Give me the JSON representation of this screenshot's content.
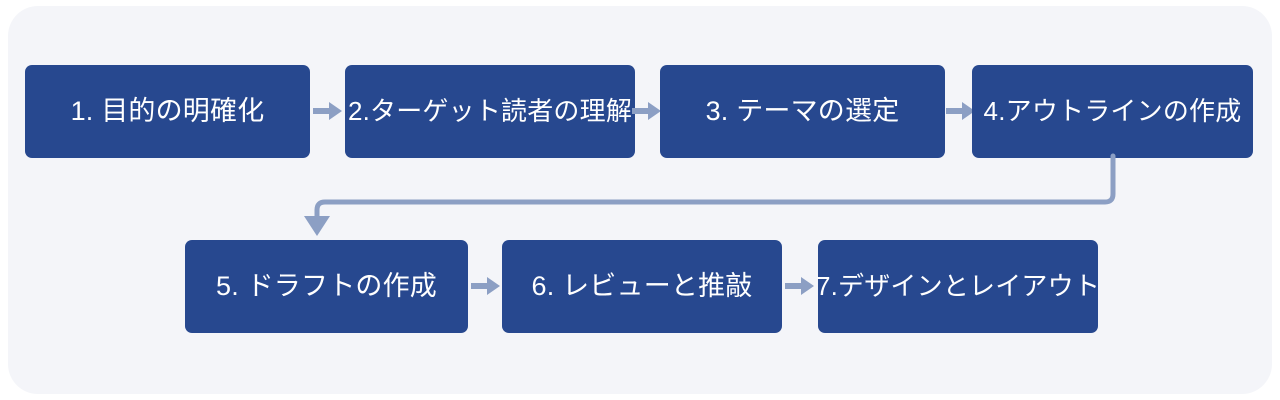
{
  "diagram": {
    "type": "flowchart",
    "orientation": "horizontal-snake",
    "background_color": "#ffffff",
    "card_color": "#f4f5f9",
    "node_fill_color": "#27488f",
    "node_text_color": "#ffffff",
    "connector_color": "#8c9fc4",
    "rows": [
      {
        "row_index": 1,
        "direction": "left-to-right",
        "node_ids": [
          "step-1",
          "step-2",
          "step-3",
          "step-4"
        ]
      },
      {
        "row_index": 2,
        "direction": "left-to-right",
        "node_ids": [
          "step-5",
          "step-6",
          "step-7"
        ]
      }
    ],
    "nodes": [
      {
        "id": "step-1",
        "label": "1. 目的の明確化"
      },
      {
        "id": "step-2",
        "label": "2.ターゲット読者の理解"
      },
      {
        "id": "step-3",
        "label": "3. テーマの選定"
      },
      {
        "id": "step-4",
        "label": "4.アウトラインの作成"
      },
      {
        "id": "step-5",
        "label": "5. ドラフトの作成"
      },
      {
        "id": "step-6",
        "label": "6. レビューと推敲"
      },
      {
        "id": "step-7",
        "label": "7.デザインとレイアウト"
      }
    ],
    "connectors": [
      {
        "id": "conn-1-2",
        "from": "step-1",
        "to": "step-2",
        "shape": "straight",
        "direction": "right"
      },
      {
        "id": "conn-2-3",
        "from": "step-2",
        "to": "step-3",
        "shape": "straight",
        "direction": "right"
      },
      {
        "id": "conn-3-4",
        "from": "step-3",
        "to": "step-4",
        "shape": "straight",
        "direction": "right"
      },
      {
        "id": "conn-4-5",
        "from": "step-4",
        "to": "step-5",
        "shape": "elbow-wrap",
        "direction": "down-left-down"
      },
      {
        "id": "conn-5-6",
        "from": "step-5",
        "to": "step-6",
        "shape": "straight",
        "direction": "right"
      },
      {
        "id": "conn-6-7",
        "from": "step-6",
        "to": "step-7",
        "shape": "straight",
        "direction": "right"
      }
    ]
  }
}
